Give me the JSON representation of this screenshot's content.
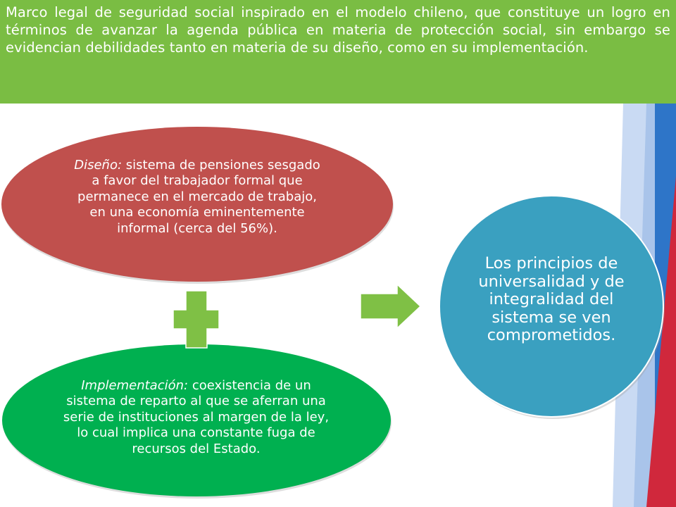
{
  "header": {
    "text": "Marco legal de seguridad social inspirado en el modelo chileno, que constituye un logro en términos de avanzar la agenda pública en materia de protección social, sin embargo se evidencian debilidades tanto en materia de su diseño, como en su implementación."
  },
  "design": {
    "label": "Diseño:",
    "text": " sistema de pensiones sesgado a favor del trabajador formal que permanece en el mercado de trabajo, en una economía eminentemente informal (cerca del 56%)."
  },
  "implementation": {
    "label": "Implementación:",
    "text": " coexistencia de un sistema de reparto al que se aferran una serie de instituciones al margen de la ley, lo cual implica una constante fuga de recursos del Estado."
  },
  "result": {
    "text": "Los principios de universalidad y de integralidad del sistema se ven comprometidos."
  },
  "icons": {
    "plus": "plus-icon",
    "arrow": "arrow-right-icon"
  },
  "colors": {
    "header_bg": "#7ABD43",
    "design_fill": "#C0504D",
    "implementation_fill": "#00B050",
    "result_fill": "#3AA0C0",
    "plus_fill": "#7FC045",
    "arrow_fill": "#7FC045",
    "stripe_blue": "#2E75C8",
    "stripe_red": "#D0283C",
    "stripe_light": "#A9C4EA"
  }
}
